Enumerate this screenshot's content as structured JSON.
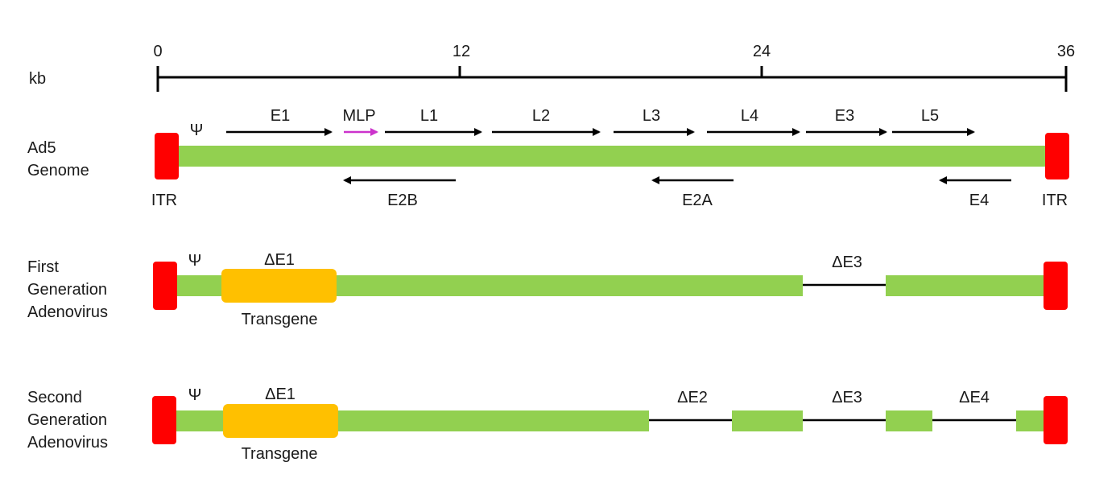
{
  "scale": {
    "unit": "kb",
    "ticks": [
      "0",
      "12",
      "24",
      "36"
    ]
  },
  "rows": [
    {
      "label_lines": [
        "Ad5",
        "Genome"
      ],
      "psi": "Ψ",
      "itr_left": "ITR",
      "itr_right": "ITR",
      "forward_genes": [
        "E1",
        "MLP",
        "L1",
        "L2",
        "L3",
        "L4",
        "E3",
        "L5"
      ],
      "reverse_genes": [
        "E2B",
        "E2A",
        "E4"
      ]
    },
    {
      "label_lines": [
        "First",
        "Generation",
        "Adenovirus"
      ],
      "psi": "Ψ",
      "deletion_e1": "ΔE1",
      "transgene": "Transgene",
      "deletions": [
        "ΔE3"
      ]
    },
    {
      "label_lines": [
        "Second",
        "Generation",
        "Adenovirus"
      ],
      "psi": "Ψ",
      "deletion_e1": "ΔE1",
      "transgene": "Transgene",
      "deletions": [
        "ΔE2",
        "ΔE3",
        "ΔE4"
      ]
    }
  ],
  "colors": {
    "genome": "#92d050",
    "itr": "#ff0000",
    "transgene": "#ffc000",
    "mlp_arrow": "#cc33cc",
    "line": "#000000"
  }
}
